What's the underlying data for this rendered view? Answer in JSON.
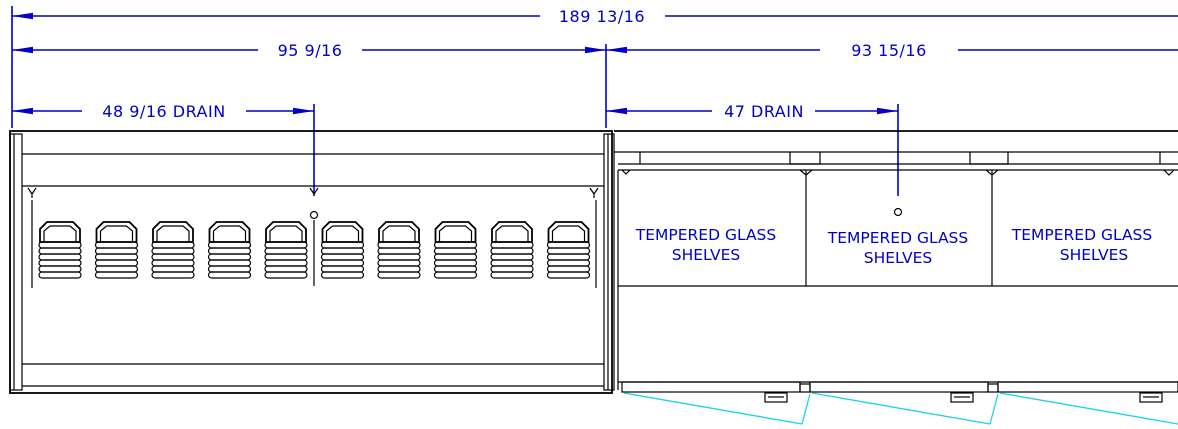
{
  "dimensions": {
    "overall": "189  13/16",
    "left_section": "95  9/16",
    "right_section": "93  15/16",
    "left_drain": "48  9/16  DRAIN",
    "right_drain": "47  DRAIN"
  },
  "shelf_labels": [
    {
      "line1": "TEMPERED  GLASS",
      "line2": "SHELVES"
    },
    {
      "line1": "TEMPERED  GLASS",
      "line2": "SHELVES"
    },
    {
      "line1": "TEMPERED  GLASS",
      "line2": "SHELVES"
    }
  ],
  "colors": {
    "dimension": "#0000c8",
    "outline": "#000000",
    "door_swing": "#19d4e6"
  },
  "left_section_items": 10
}
